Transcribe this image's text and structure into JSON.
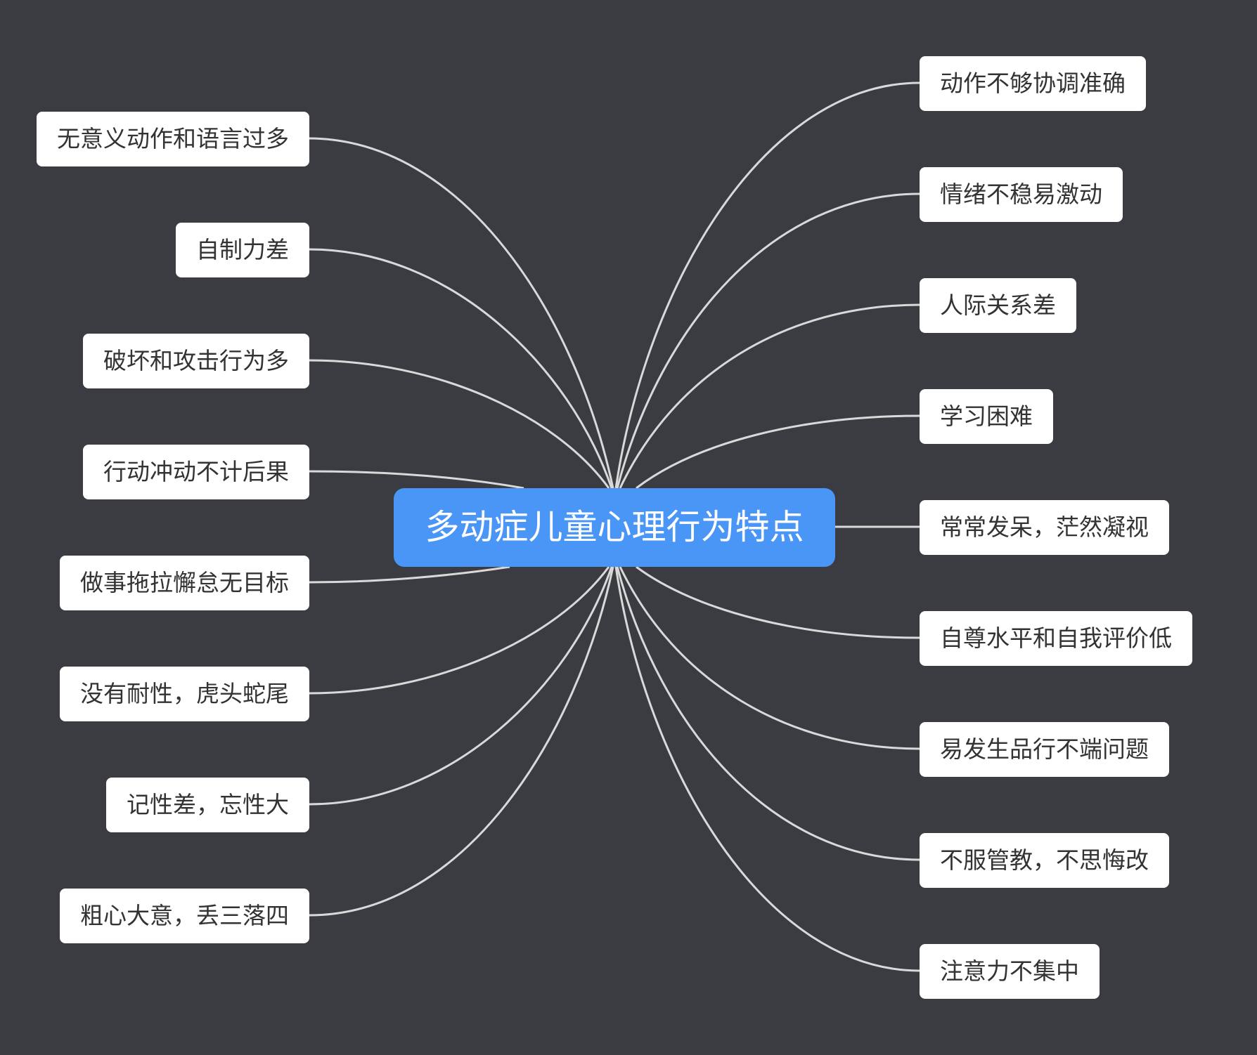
{
  "root": {
    "label": "多动症儿童心理行为特点"
  },
  "left_branches": [
    {
      "label": "无意义动作和语言过多"
    },
    {
      "label": "自制力差"
    },
    {
      "label": "破坏和攻击行为多"
    },
    {
      "label": "行动冲动不计后果"
    },
    {
      "label": "做事拖拉懈怠无目标"
    },
    {
      "label": "没有耐性，虎头蛇尾"
    },
    {
      "label": "记性差，忘性大"
    },
    {
      "label": "粗心大意，丢三落四"
    }
  ],
  "right_branches": [
    {
      "label": "动作不够协调准确"
    },
    {
      "label": "情绪不稳易激动"
    },
    {
      "label": "人际关系差"
    },
    {
      "label": "学习困难"
    },
    {
      "label": "常常发呆，茫然凝视"
    },
    {
      "label": "自尊水平和自我评价低"
    },
    {
      "label": "易发生品行不端问题"
    },
    {
      "label": "不服管教，不思悔改"
    },
    {
      "label": "注意力不集中"
    }
  ],
  "colors": {
    "background": "#3a3c42",
    "root_fill": "#4a96f7",
    "node_fill": "#ffffff",
    "connector": "#d9d9d9"
  }
}
